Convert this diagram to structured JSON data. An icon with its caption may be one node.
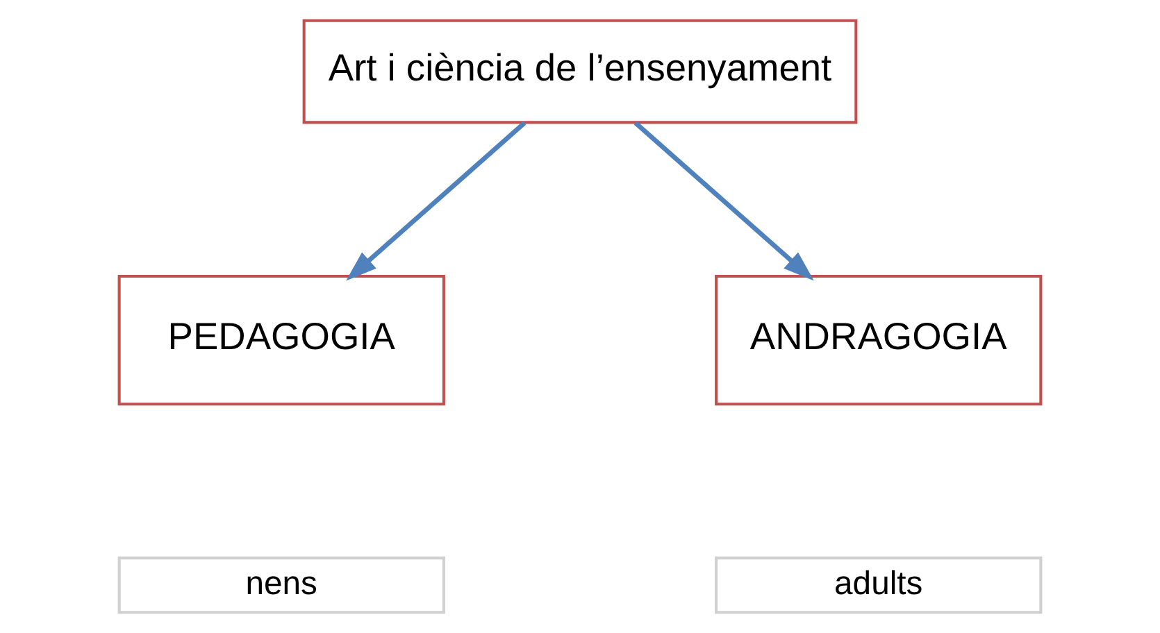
{
  "diagram": {
    "nodes": [
      {
        "text": [
          "Art i ciència de l’ensenyament"
        ]
      },
      {
        "text": [
          "PEDAGOGIA"
        ]
      },
      {
        "text": [
          "ANDRAGOGIA"
        ]
      },
      {
        "text": [
          "nens"
        ]
      },
      {
        "text": [
          "adults"
        ]
      }
    ],
    "edges": [
      {
        "from": 0,
        "to": 1,
        "arrow": "to"
      },
      {
        "from": 0,
        "to": 2,
        "arrow": "to"
      }
    ]
  }
}
